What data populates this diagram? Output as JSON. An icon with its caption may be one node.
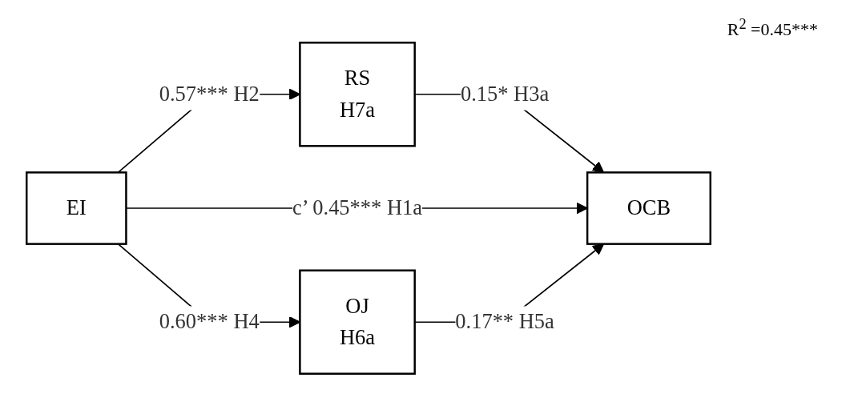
{
  "diagram": {
    "nodes": [
      {
        "text": [
          "EI"
        ]
      },
      {
        "text": [
          "RS",
          "H7a"
        ]
      },
      {
        "text": [
          "OJ",
          "H6a"
        ]
      },
      {
        "text": [
          "OCB"
        ]
      }
    ],
    "edges": [
      {
        "from": 0,
        "to": 1,
        "arrow": "to",
        "label": "0.57*** H2"
      },
      {
        "from": 1,
        "to": 3,
        "arrow": "to",
        "label": "0.15* H3a"
      },
      {
        "from": 0,
        "to": 3,
        "arrow": "to",
        "label": "c’ 0.45*** H1a"
      },
      {
        "from": 0,
        "to": 2,
        "arrow": "to",
        "label": "0.60*** H4"
      },
      {
        "from": 2,
        "to": 3,
        "arrow": "to",
        "label": "0.17** H5a"
      }
    ],
    "labels": [
      "R$^{2}$ =0.45***"
    ]
  }
}
